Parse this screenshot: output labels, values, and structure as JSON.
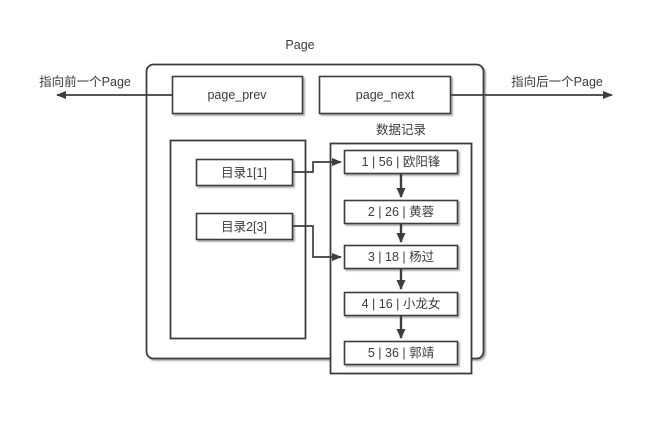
{
  "diagram": {
    "title": "Page",
    "background_color": "#ffffff",
    "stroke_color": "#3d3d3d",
    "text_color": "#3b3b3b",
    "fill_color": "#ffffff"
  },
  "page_container": {
    "label": "Page"
  },
  "pointers": {
    "prev": {
      "box_label": "page_prev",
      "edge_label": "指向前一个Page",
      "direction": "left"
    },
    "next": {
      "box_label": "page_next",
      "edge_label": "指向后一个Page",
      "direction": "right"
    }
  },
  "directory_block": {
    "items": [
      {
        "label": "目录1[1]",
        "target_record_index": 0
      },
      {
        "label": "目录2[3]",
        "target_record_index": 2
      }
    ]
  },
  "records_block": {
    "label": "数据记录",
    "rows": [
      {
        "id": "1",
        "age": "56",
        "name": "欧阳锋",
        "text": "1 | 56 | 欧阳锋"
      },
      {
        "id": "2",
        "age": "26",
        "name": "黄蓉",
        "text": "2 | 26 | 黄蓉"
      },
      {
        "id": "3",
        "age": "18",
        "name": "杨过",
        "text": "3 | 18 | 杨过"
      },
      {
        "id": "4",
        "age": "16",
        "name": "小龙女",
        "text": "4 | 16 | 小龙女"
      },
      {
        "id": "5",
        "age": "36",
        "name": "郭靖",
        "text": "5 | 36 | 郭靖"
      }
    ]
  }
}
